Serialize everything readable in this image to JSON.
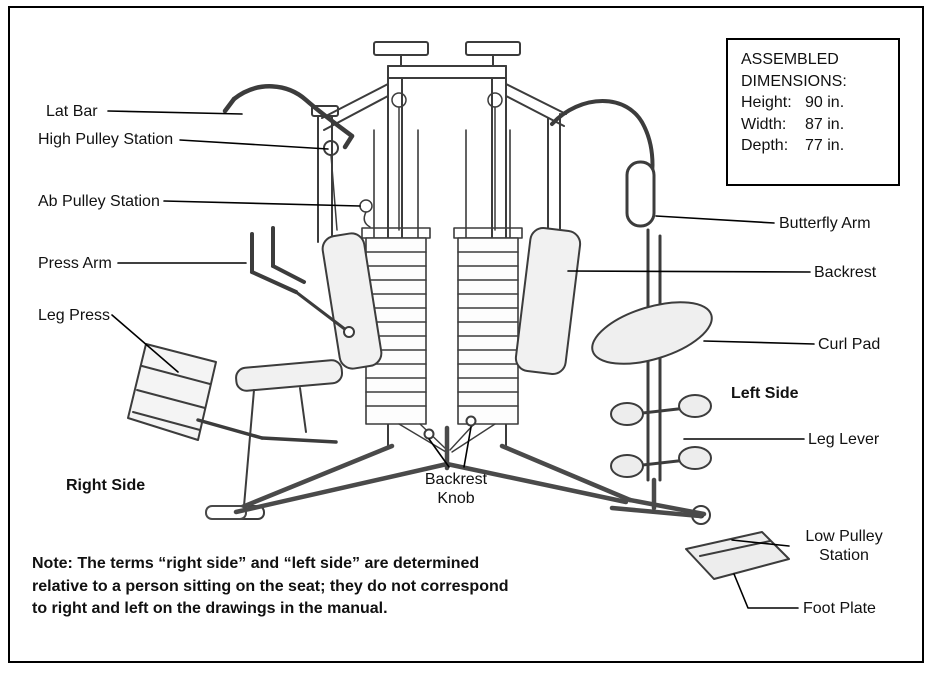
{
  "dimensions_box": {
    "title_line1": "ASSEMBLED",
    "title_line2": "DIMENSIONS:",
    "rows": [
      {
        "label": "Height:",
        "value": "90 in."
      },
      {
        "label": "Width:",
        "value": "87 in."
      },
      {
        "label": "Depth:",
        "value": "77 in."
      }
    ]
  },
  "labels": {
    "lat_bar": "Lat Bar",
    "high_pulley_station": "High Pulley Station",
    "ab_pulley_station": "Ab Pulley Station",
    "press_arm": "Press Arm",
    "leg_press": "Leg Press",
    "right_side": "Right Side",
    "butterfly_arm": "Butterfly Arm",
    "backrest": "Backrest",
    "curl_pad": "Curl Pad",
    "left_side": "Left Side",
    "leg_lever": "Leg Lever",
    "low_pulley_line1": "Low Pulley",
    "low_pulley_line2": "Station",
    "foot_plate": "Foot Plate",
    "backrest_knob_line1": "Backrest",
    "backrest_knob_line2": "Knob"
  },
  "note": {
    "line1": "Note: The terms “right side” and “left side” are determined",
    "line2": "relative to a person sitting on the seat; they do not correspond",
    "line3": "to right and left on the drawings in the manual."
  }
}
